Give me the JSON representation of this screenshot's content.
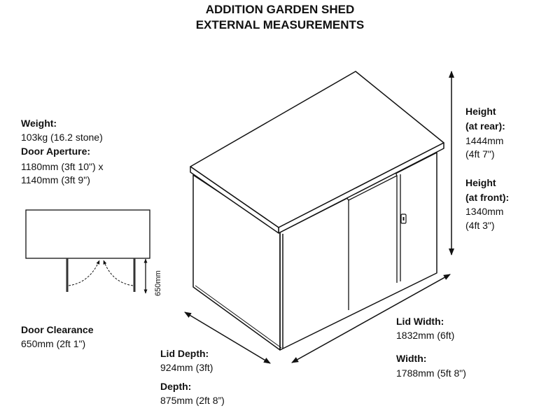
{
  "title": {
    "line1": "ADDITION GARDEN SHED",
    "line2": "EXTERNAL MEASUREMENTS"
  },
  "weight": {
    "label": "Weight:",
    "value": "103kg (16.2 stone)"
  },
  "door_aperture": {
    "label": "Door Aperture:",
    "line1": "1180mm (3ft 10\") x",
    "line2": "1140mm (3ft 9\")"
  },
  "door_clearance": {
    "label": "Door Clearance",
    "value": "650mm (2ft 1\")",
    "dimension_text": "650mm"
  },
  "height_rear": {
    "label_line1": "Height",
    "label_line2": "(at rear):",
    "value_mm": "1444mm",
    "value_ft": "(4ft 7\")"
  },
  "height_front": {
    "label_line1": "Height",
    "label_line2": "(at front):",
    "value_mm": "1340mm",
    "value_ft": "(4ft 3\")"
  },
  "lid_width": {
    "label": "Lid Width:",
    "value": "1832mm (6ft)"
  },
  "width": {
    "label": "Width:",
    "value": "1788mm (5ft 8\")"
  },
  "lid_depth": {
    "label": "Lid Depth:",
    "value": "924mm (3ft)"
  },
  "depth": {
    "label": "Depth:",
    "value": "875mm (2ft 8”)"
  }
}
